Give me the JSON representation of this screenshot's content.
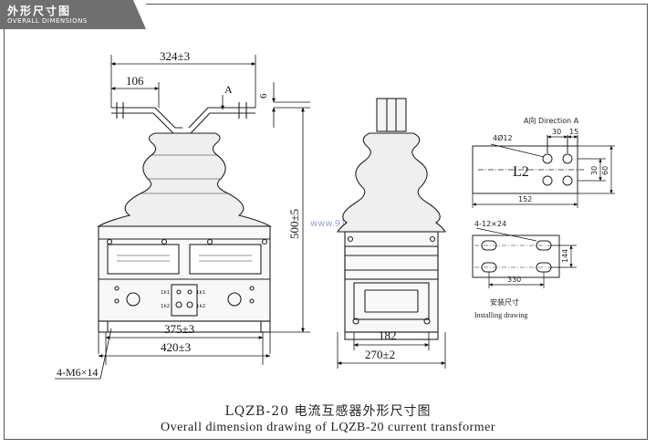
{
  "header": {
    "title_zh": "外形尺寸图",
    "title_en": "OVERALL DIMENSIONS"
  },
  "dimensions": {
    "width_324": "324±3",
    "offset_106": "106",
    "view_a": "A",
    "thick_6": "6",
    "height_500": "500±5",
    "base_375": "375±3",
    "base_420": "420±3",
    "bolts": "4-M6×14",
    "side_182": "182",
    "side_270": "270±2"
  },
  "terminals": {
    "k1": "1k1",
    "k2": "1k2",
    "k1b": "1k1",
    "k2b": "1k2"
  },
  "direction_view": {
    "title": "A向 Direction A",
    "hole_spec": "4Ø12",
    "d30": "30",
    "d15": "15",
    "d30v": "30",
    "d60": "60",
    "d152": "152",
    "l2": "L2"
  },
  "install_view": {
    "slot_spec": "4-12×24",
    "d144": "144",
    "d330": "330",
    "title_zh": "安装尺寸",
    "title_en": "Installing drawing"
  },
  "watermark": "www.91wuy.com",
  "caption": {
    "zh": "LQZB-20 电流互感器外形尺寸图",
    "en": "Overall dimension drawing of LQZB-20  current transformer"
  }
}
